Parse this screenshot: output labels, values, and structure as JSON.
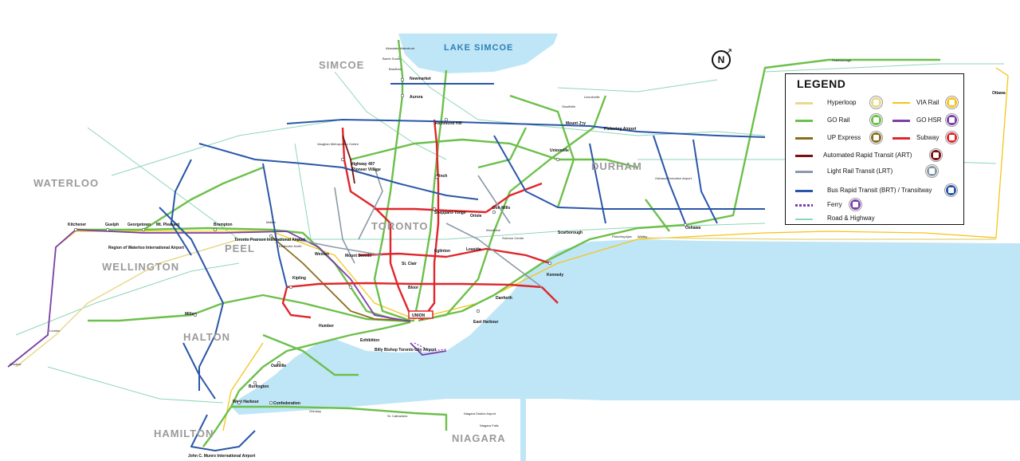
{
  "map": {
    "regions": {
      "simcoe": "SIMCOE",
      "waterloo": "WATERLOO",
      "wellington": "WELLINGTON",
      "peel": "PEEL",
      "toronto": "TORONTO",
      "durham": "DURHAM",
      "halton": "HALTON",
      "hamilton": "HAMILTON",
      "niagara": "NIAGARA"
    },
    "water": {
      "lake_simcoe": "LAKE SIMCOE"
    },
    "compass": "N",
    "key_stations": {
      "union": "UNION",
      "pearson": "Toronto Pearson International Airport",
      "waterloo_airport": "Region of Waterloo International Airport",
      "billy_bishop": "Billy Bishop Toronto City Airport",
      "hamilton_airport": "John C. Munro International Airport",
      "pickering_airport": "Pickering Airport",
      "niagara_airport": "Niagara District Airport",
      "oshawa_airport": "Oshawa Executive Airport",
      "kitchener": "Kitchener",
      "guelph": "Guelph",
      "georgetown": "Georgetown",
      "mt_pleasant": "Mt. Pleasant",
      "brampton": "Brampton",
      "milton": "Milton",
      "oakville": "Oakville",
      "burlington": "Burlington",
      "west_harbour": "West Harbour",
      "confederation": "Confederation",
      "grimsby": "Grimsby",
      "st_catharines": "St. Catharines",
      "niagara_falls": "Niagara Falls",
      "oshawa": "Oshawa",
      "whitby": "Whitby",
      "ajax": "Ajax",
      "pickering": "Pickering",
      "peterborough": "Peterborough",
      "ottawa": "Ottawa",
      "windsor": "Windsor",
      "london": "London",
      "aurora": "Aurora",
      "newmarket": "Newmarket",
      "bradford": "Bradford",
      "barrie_south": "Barrie South",
      "allandale": "Allandale Waterfront",
      "kennedy": "Kennedy",
      "kipling": "Kipling",
      "vaughan": "Vaughan Metropolitan Centre",
      "finch": "Finch",
      "sheppard_yonge": "Sheppard-Yonge",
      "don_mills": "Don Mills",
      "exhibition": "Exhibition",
      "scarborough": "Scarborough",
      "unionville": "Unionville",
      "richmond_hill": "Richmond Hill",
      "mount_joy": "Mount Joy",
      "stouffville": "Stouffville",
      "lincolnville": "Lincolnville",
      "highway_407": "Highway 407",
      "pioneer_village": "Pioneer Village",
      "bloor": "Bloor",
      "eglinton": "Eglinton",
      "st_clair": "St. Clair",
      "danforth": "Danforth",
      "east_harbour": "East Harbour",
      "oriole": "Oriole",
      "leaside": "Leaside",
      "science_centre": "Science Centre",
      "humber": "Humber",
      "woodbine": "Woodbine",
      "malton": "Malton",
      "etobicoke_north": "Etobicoke North",
      "weston": "Weston",
      "mount_dennis": "Mount Dennis"
    }
  },
  "legend": {
    "title": "LEGEND",
    "items": [
      {
        "label": "Hyperloop",
        "color": "#e8d98c"
      },
      {
        "label": "VIA Rail",
        "color": "#f5c518"
      },
      {
        "label": "GO Rail",
        "color": "#6cc04a"
      },
      {
        "label": "GO HSR",
        "color": "#7b3fa8"
      },
      {
        "label": "UP Express",
        "color": "#8a6d1f"
      },
      {
        "label": "Subway",
        "color": "#e0262b"
      },
      {
        "label": "Automated Rapid Transit (ART)",
        "color": "#7a1010"
      },
      {
        "label": "Light Rail Transit (LRT)",
        "color": "#8a9aa8"
      },
      {
        "label": "Bus Rapid Transit (BRT) / Transitway",
        "color": "#2a56a8"
      },
      {
        "label": "Ferry",
        "color": "#7b3fa8"
      },
      {
        "label": "Road & Highway",
        "color": "#8ed6b8"
      }
    ]
  },
  "colors": {
    "water": "#bfe6f6",
    "go_rail": "#6cc04a",
    "subway": "#e0262b",
    "brt": "#2a56a8",
    "lrt": "#8a9aa8",
    "via": "#f5c518",
    "road": "#8ed6b8",
    "hsr": "#7b3fa8",
    "up": "#8a6d1f",
    "art": "#7a1010"
  }
}
